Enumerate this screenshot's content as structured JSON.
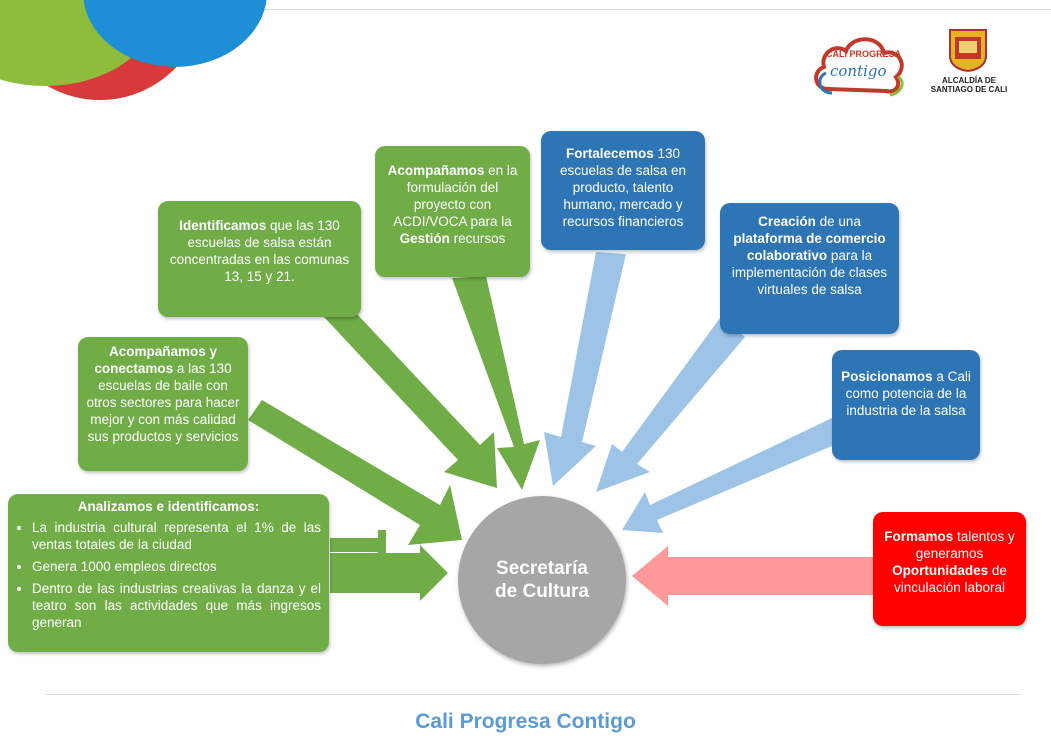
{
  "colors": {
    "green": "#70ad47",
    "blue": "#2e75b6",
    "light_blue": "#9dc3e6",
    "red": "#ff0000",
    "pink": "#ff9999",
    "gray": "#a6a6a6",
    "footer": "#5b9bd5"
  },
  "logos": {
    "cali_progresa": {
      "line1": "CALI PROGRESA",
      "line2": "contigo"
    },
    "alcaldia": {
      "line1": "ALCALDÍA DE",
      "line2": "SANTIAGO DE CALI"
    }
  },
  "center": {
    "line1": "Secretaría",
    "line2": "de Cultura"
  },
  "boxes": {
    "analizamos": {
      "title": "Analizamos e identificamos:",
      "bullets": [
        "La industria cultural representa el 1% de las ventas totales de la ciudad",
        "Genera 1000 empleos directos",
        "Dentro de las industrias creativas la danza y el teatro son las actividades que más ingresos generan"
      ]
    },
    "acompanamos_conectamos": {
      "bold": "Acompañamos y conectamos",
      "text": " a las 130 escuelas de baile con otros sectores para hacer mejor y con más calidad sus productos y servicios"
    },
    "identificamos": {
      "bold": "Identificamos",
      "text": " que las 130 escuelas de salsa están concentradas en las comunas 13, 15 y 21."
    },
    "acompanamos_formulacion": {
      "bold": "Acompañamos",
      "text1": " en la formulación del proyecto con ACDI/VOCA para la ",
      "bold2": "Gestión",
      "text2": " recursos"
    },
    "fortalecemos": {
      "bold": "Fortalecemos",
      "text": " 130 escuelas de salsa en producto, talento humano, mercado y recursos financieros"
    },
    "creacion": {
      "bold": "Creación",
      "text1": " de una ",
      "bold2": "plataforma de comercio colaborativo",
      "text2": " para la implementación de clases virtuales de salsa"
    },
    "posicionamos": {
      "bold": "Posicionamos",
      "text": " a Cali como potencia de la industria de la salsa"
    },
    "formamos": {
      "bold": "Formamos",
      "text1": " talentos y generamos ",
      "bold2": "Oportunidades",
      "text2": " de vinculación laboral"
    }
  },
  "footer": "Cali Progresa Contigo"
}
